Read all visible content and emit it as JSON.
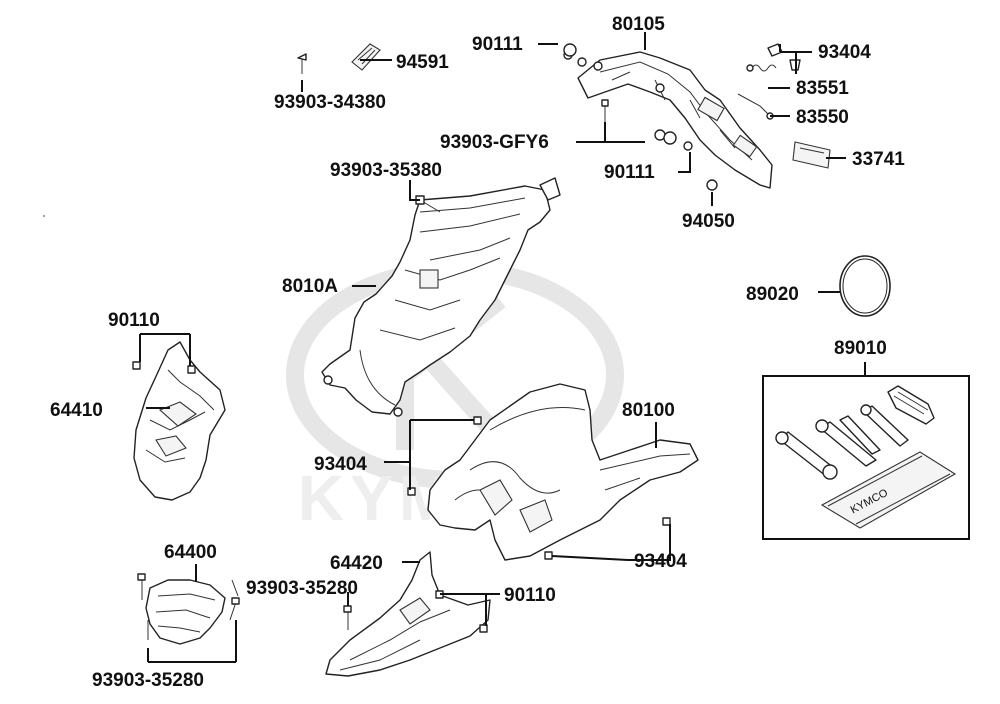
{
  "brand_watermark": "KYMCO",
  "toolkit_label": "KYMCO",
  "callouts": {
    "c_90111_a": "90111",
    "c_80105": "80105",
    "c_93404_a": "93404",
    "c_94591": "94591",
    "c_93903_34380": "93903-34380",
    "c_83551": "83551",
    "c_83550": "83550",
    "c_93903_gfy6": "93903-GFY6",
    "c_33741": "33741",
    "c_90111_b": "90111",
    "c_93903_35380": "93903-35380",
    "c_94050": "94050",
    "c_8010a": "8010A",
    "c_89020": "89020",
    "c_90110_a": "90110",
    "c_89010": "89010",
    "c_64410": "64410",
    "c_80100": "80100",
    "c_93404_b": "93404",
    "c_64400": "64400",
    "c_93404_c": "93404",
    "c_64420": "64420",
    "c_93903_35280_a": "93903-35280",
    "c_90110_b": "90110",
    "c_93903_35280_b": "93903-35280"
  }
}
